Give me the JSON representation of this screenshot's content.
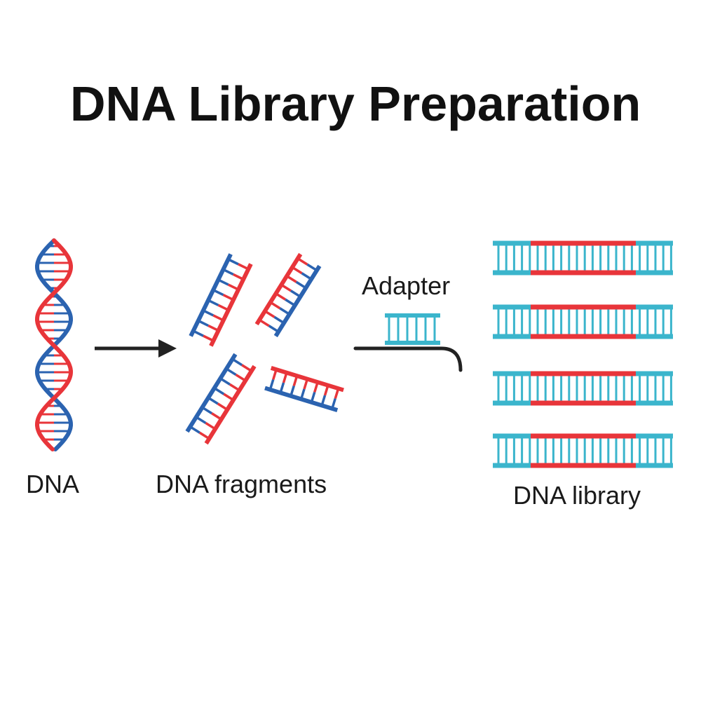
{
  "title": "DNA Library Preparation",
  "labels": {
    "dna": "DNA",
    "fragments": "DNA fragments",
    "adapter": "Adapter",
    "library": "DNA library"
  },
  "colors": {
    "red": "#e8353a",
    "blue": "#2b63b0",
    "cyan": "#3bb5cc",
    "arrow": "#222222",
    "text": "#111111"
  },
  "icons": [
    "dna-helix-icon",
    "dna-fragment-icon",
    "adapter-icon",
    "library-strand-icon",
    "arrow-icon"
  ]
}
